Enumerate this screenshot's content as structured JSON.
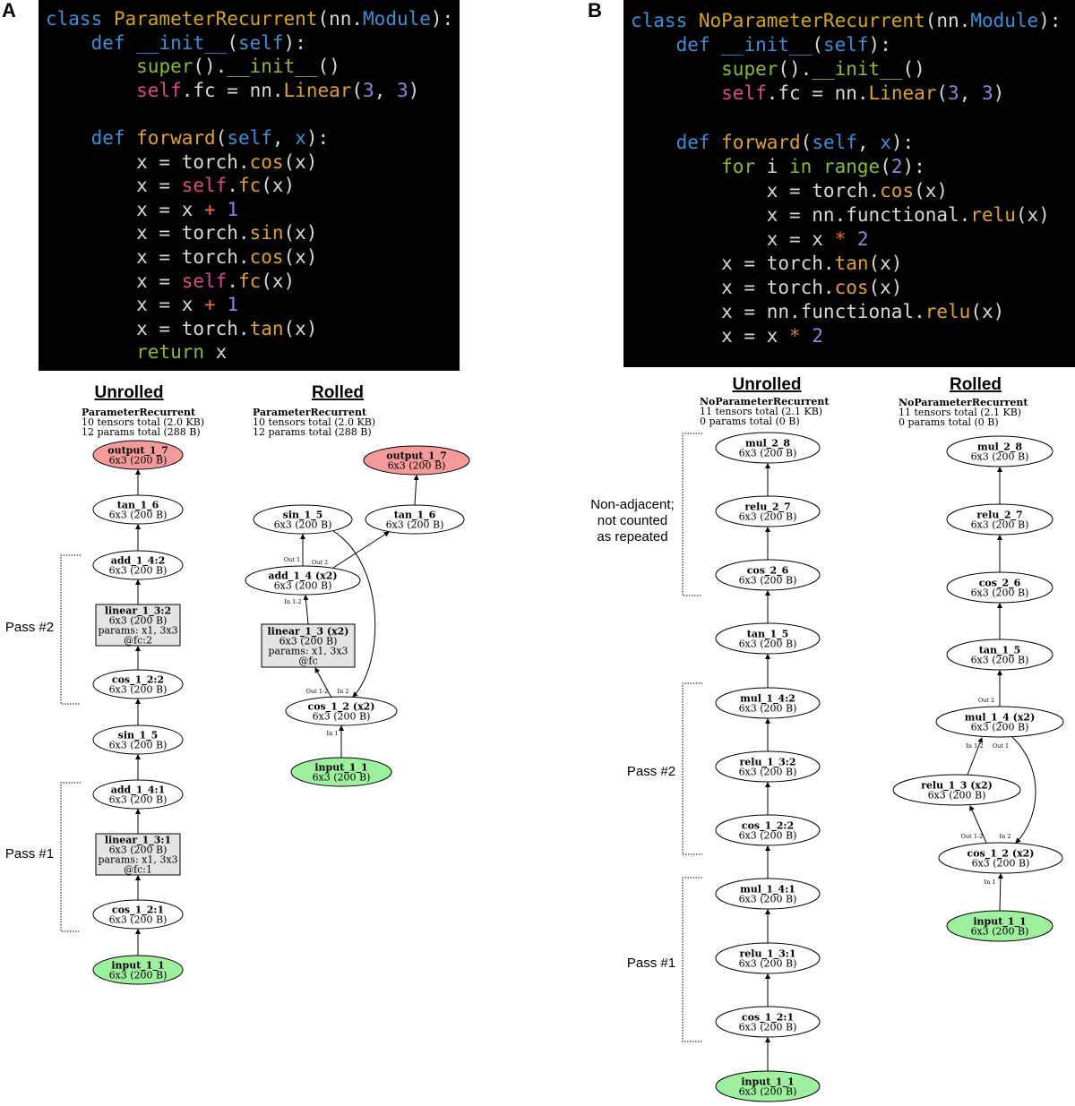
{
  "panels": {
    "a": "A",
    "b": "B"
  },
  "code_a": [
    [
      [
        "kw",
        "class "
      ],
      [
        "cls",
        "ParameterRecurrent"
      ],
      [
        "plain",
        "("
      ],
      [
        "plain",
        "nn."
      ],
      [
        "kw",
        "Module"
      ],
      [
        "plain",
        "):"
      ]
    ],
    [
      [
        "plain",
        "    "
      ],
      [
        "kw",
        "def "
      ],
      [
        "kw",
        "__init__"
      ],
      [
        "plain",
        "("
      ],
      [
        "kw",
        "self"
      ],
      [
        "plain",
        "):"
      ]
    ],
    [
      [
        "plain",
        "        "
      ],
      [
        "fn",
        "super"
      ],
      [
        "plain",
        "()."
      ],
      [
        "fn",
        "__init__"
      ],
      [
        "plain",
        "()"
      ]
    ],
    [
      [
        "plain",
        "        "
      ],
      [
        "self",
        "self"
      ],
      [
        "plain",
        ".fc = nn."
      ],
      [
        "method",
        "Linear"
      ],
      [
        "plain",
        "("
      ],
      [
        "num",
        "3"
      ],
      [
        "plain",
        ", "
      ],
      [
        "num",
        "3"
      ],
      [
        "plain",
        ")"
      ]
    ],
    [
      [
        "plain",
        ""
      ]
    ],
    [
      [
        "plain",
        "    "
      ],
      [
        "kw",
        "def "
      ],
      [
        "method",
        "forward"
      ],
      [
        "plain",
        "("
      ],
      [
        "kw",
        "self"
      ],
      [
        "plain",
        ", "
      ],
      [
        "kw",
        "x"
      ],
      [
        "plain",
        "):"
      ]
    ],
    [
      [
        "plain",
        "        x = torch."
      ],
      [
        "method",
        "cos"
      ],
      [
        "plain",
        "(x)"
      ]
    ],
    [
      [
        "plain",
        "        x = "
      ],
      [
        "self",
        "self"
      ],
      [
        "plain",
        "."
      ],
      [
        "method",
        "fc"
      ],
      [
        "plain",
        "(x)"
      ]
    ],
    [
      [
        "plain",
        "        x = x "
      ],
      [
        "op",
        "+"
      ],
      [
        "plain",
        " "
      ],
      [
        "num",
        "1"
      ]
    ],
    [
      [
        "plain",
        "        x = torch."
      ],
      [
        "method",
        "sin"
      ],
      [
        "plain",
        "(x)"
      ]
    ],
    [
      [
        "plain",
        "        x = torch."
      ],
      [
        "method",
        "cos"
      ],
      [
        "plain",
        "(x)"
      ]
    ],
    [
      [
        "plain",
        "        x = "
      ],
      [
        "self",
        "self"
      ],
      [
        "plain",
        "."
      ],
      [
        "method",
        "fc"
      ],
      [
        "plain",
        "(x)"
      ]
    ],
    [
      [
        "plain",
        "        x = x "
      ],
      [
        "op",
        "+"
      ],
      [
        "plain",
        " "
      ],
      [
        "num",
        "1"
      ]
    ],
    [
      [
        "plain",
        "        x = torch."
      ],
      [
        "method",
        "tan"
      ],
      [
        "plain",
        "(x)"
      ]
    ],
    [
      [
        "plain",
        "        "
      ],
      [
        "fn",
        "return"
      ],
      [
        "plain",
        " x"
      ]
    ]
  ],
  "code_b": [
    [
      [
        "kw",
        "class "
      ],
      [
        "cls",
        "NoParameterRecurrent"
      ],
      [
        "plain",
        "("
      ],
      [
        "plain",
        "nn."
      ],
      [
        "kw",
        "Module"
      ],
      [
        "plain",
        "):"
      ]
    ],
    [
      [
        "plain",
        "    "
      ],
      [
        "kw",
        "def "
      ],
      [
        "kw",
        "__init__"
      ],
      [
        "plain",
        "("
      ],
      [
        "kw",
        "self"
      ],
      [
        "plain",
        "):"
      ]
    ],
    [
      [
        "plain",
        "        "
      ],
      [
        "fn",
        "super"
      ],
      [
        "plain",
        "()."
      ],
      [
        "fn",
        "__init__"
      ],
      [
        "plain",
        "()"
      ]
    ],
    [
      [
        "plain",
        "        "
      ],
      [
        "self",
        "self"
      ],
      [
        "plain",
        ".fc = nn."
      ],
      [
        "method",
        "Linear"
      ],
      [
        "plain",
        "("
      ],
      [
        "num",
        "3"
      ],
      [
        "plain",
        ", "
      ],
      [
        "num",
        "3"
      ],
      [
        "plain",
        ")"
      ]
    ],
    [
      [
        "plain",
        ""
      ]
    ],
    [
      [
        "plain",
        "    "
      ],
      [
        "kw",
        "def "
      ],
      [
        "method",
        "forward"
      ],
      [
        "plain",
        "("
      ],
      [
        "kw",
        "self"
      ],
      [
        "plain",
        ", "
      ],
      [
        "kw",
        "x"
      ],
      [
        "plain",
        "):"
      ]
    ],
    [
      [
        "plain",
        "        "
      ],
      [
        "fn",
        "for"
      ],
      [
        "plain",
        " i "
      ],
      [
        "fn",
        "in"
      ],
      [
        "plain",
        " "
      ],
      [
        "fn",
        "range"
      ],
      [
        "plain",
        "("
      ],
      [
        "num",
        "2"
      ],
      [
        "plain",
        "):"
      ]
    ],
    [
      [
        "plain",
        "            x = torch."
      ],
      [
        "method",
        "cos"
      ],
      [
        "plain",
        "(x)"
      ]
    ],
    [
      [
        "plain",
        "            x = nn.functional."
      ],
      [
        "method",
        "relu"
      ],
      [
        "plain",
        "(x)"
      ]
    ],
    [
      [
        "plain",
        "            x = x "
      ],
      [
        "op",
        "*"
      ],
      [
        "plain",
        " "
      ],
      [
        "num",
        "2"
      ]
    ],
    [
      [
        "plain",
        "        x = torch."
      ],
      [
        "method",
        "tan"
      ],
      [
        "plain",
        "(x)"
      ]
    ],
    [
      [
        "plain",
        "        x = torch."
      ],
      [
        "method",
        "cos"
      ],
      [
        "plain",
        "(x)"
      ]
    ],
    [
      [
        "plain",
        "        x = nn.functional."
      ],
      [
        "method",
        "relu"
      ],
      [
        "plain",
        "(x)"
      ]
    ],
    [
      [
        "plain",
        "        x = x "
      ],
      [
        "op",
        "*"
      ],
      [
        "plain",
        " "
      ],
      [
        "num",
        "2"
      ]
    ]
  ],
  "colors": {
    "output": "#f59a9a",
    "input": "#9ef09e",
    "linear": "#e4e4e4",
    "default": "#ffffff"
  },
  "graph_a_unrolled": {
    "heading": "Unrolled",
    "info": [
      "ParameterRecurrent",
      "10 tensors total (2.0 KB)",
      "12 params total (288 B)"
    ],
    "nodes": [
      {
        "id": "output_1_7",
        "title": "output_1_7",
        "lines": [
          "6x3 (200 B)"
        ],
        "kind": "output"
      },
      {
        "id": "tan_1_6",
        "title": "tan_1_6",
        "lines": [
          "6x3 (200 B)"
        ],
        "kind": "default"
      },
      {
        "id": "add_1_4:2",
        "title": "add_1_4:2",
        "lines": [
          "6x3 (200 B)"
        ],
        "kind": "default"
      },
      {
        "id": "linear_1_3:2",
        "title": "linear_1_3:2",
        "lines": [
          "6x3 (200 B)",
          "params: x1, 3x3",
          "@fc:2"
        ],
        "kind": "linear"
      },
      {
        "id": "cos_1_2:2",
        "title": "cos_1_2:2",
        "lines": [
          "6x3 (200 B)"
        ],
        "kind": "default"
      },
      {
        "id": "sin_1_5",
        "title": "sin_1_5",
        "lines": [
          "6x3 (200 B)"
        ],
        "kind": "default"
      },
      {
        "id": "add_1_4:1",
        "title": "add_1_4:1",
        "lines": [
          "6x3 (200 B)"
        ],
        "kind": "default"
      },
      {
        "id": "linear_1_3:1",
        "title": "linear_1_3:1",
        "lines": [
          "6x3 (200 B)",
          "params: x1, 3x3",
          "@fc:1"
        ],
        "kind": "linear"
      },
      {
        "id": "cos_1_2:1",
        "title": "cos_1_2:1",
        "lines": [
          "6x3 (200 B)"
        ],
        "kind": "default"
      },
      {
        "id": "input_1_1",
        "title": "input_1_1",
        "lines": [
          "6x3 (200 B)"
        ],
        "kind": "input"
      }
    ],
    "passes": [
      "Pass #2",
      "Pass #1"
    ]
  },
  "graph_a_rolled": {
    "heading": "Rolled",
    "info": [
      "ParameterRecurrent",
      "10 tensors total (2.0 KB)",
      "12 params total (288 B)"
    ],
    "nodes": [
      {
        "id": "output_1_7",
        "title": "output_1_7",
        "lines": [
          "6x3 (200 B)"
        ],
        "kind": "output"
      },
      {
        "id": "sin_1_5",
        "title": "sin_1_5",
        "lines": [
          "6x3 (200 B)"
        ],
        "kind": "default"
      },
      {
        "id": "tan_1_6",
        "title": "tan_1_6",
        "lines": [
          "6x3 (200 B)"
        ],
        "kind": "default"
      },
      {
        "id": "add_1_4",
        "title": "add_1_4 (x2)",
        "lines": [
          "6x3 (200 B)"
        ],
        "kind": "default"
      },
      {
        "id": "linear_1_3",
        "title": "linear_1_3 (x2)",
        "lines": [
          "6x3 (200 B)",
          "params: x1, 3x3",
          "@fc"
        ],
        "kind": "linear"
      },
      {
        "id": "cos_1_2",
        "title": "cos_1_2 (x2)",
        "lines": [
          "6x3 (200 B)"
        ],
        "kind": "default"
      },
      {
        "id": "input_1_1",
        "title": "input_1_1",
        "lines": [
          "6x3 (200 B)"
        ],
        "kind": "input"
      }
    ],
    "edge_labels": [
      "Out 1",
      "Out 2",
      "In 1-2",
      "Out 1-2",
      "In 2",
      "In 1"
    ]
  },
  "graph_b_unrolled": {
    "heading": "Unrolled",
    "info": [
      "NoParameterRecurrent",
      "11 tensors total (2.1 KB)",
      "0 params total (0 B)"
    ],
    "nodes": [
      {
        "id": "mul_2_8",
        "title": "mul_2_8",
        "lines": [
          "6x3 (200 B)"
        ],
        "kind": "default"
      },
      {
        "id": "relu_2_7",
        "title": "relu_2_7",
        "lines": [
          "6x3 (200 B)"
        ],
        "kind": "default"
      },
      {
        "id": "cos_2_6",
        "title": "cos_2_6",
        "lines": [
          "6x3 (200 B)"
        ],
        "kind": "default"
      },
      {
        "id": "tan_1_5",
        "title": "tan_1_5",
        "lines": [
          "6x3 (200 B)"
        ],
        "kind": "default"
      },
      {
        "id": "mul_1_4:2",
        "title": "mul_1_4:2",
        "lines": [
          "6x3 (200 B)"
        ],
        "kind": "default"
      },
      {
        "id": "relu_1_3:2",
        "title": "relu_1_3:2",
        "lines": [
          "6x3 (200 B)"
        ],
        "kind": "default"
      },
      {
        "id": "cos_1_2:2",
        "title": "cos_1_2:2",
        "lines": [
          "6x3 (200 B)"
        ],
        "kind": "default"
      },
      {
        "id": "mul_1_4:1",
        "title": "mul_1_4:1",
        "lines": [
          "6x3 (200 B)"
        ],
        "kind": "default"
      },
      {
        "id": "relu_1_3:1",
        "title": "relu_1_3:1",
        "lines": [
          "6x3 (200 B)"
        ],
        "kind": "default"
      },
      {
        "id": "cos_1_2:1",
        "title": "cos_1_2:1",
        "lines": [
          "6x3 (200 B)"
        ],
        "kind": "default"
      },
      {
        "id": "input_1_1",
        "title": "input_1_1",
        "lines": [
          "6x3 (200 B)"
        ],
        "kind": "input"
      }
    ],
    "annot": [
      "Non-adjacent;",
      "not counted",
      "as repeated"
    ],
    "passes": [
      "Pass #2",
      "Pass #1"
    ]
  },
  "graph_b_rolled": {
    "heading": "Rolled",
    "info": [
      "NoParameterRecurrent",
      "11 tensors total (2.1 KB)",
      "0 params total (0 B)"
    ],
    "nodes": [
      {
        "id": "mul_2_8",
        "title": "mul_2_8",
        "lines": [
          "6x3 (200 B)"
        ],
        "kind": "default"
      },
      {
        "id": "relu_2_7",
        "title": "relu_2_7",
        "lines": [
          "6x3 (200 B)"
        ],
        "kind": "default"
      },
      {
        "id": "cos_2_6",
        "title": "cos_2_6",
        "lines": [
          "6x3 (200 B)"
        ],
        "kind": "default"
      },
      {
        "id": "tan_1_5",
        "title": "tan_1_5",
        "lines": [
          "6x3 (200 B)"
        ],
        "kind": "default"
      },
      {
        "id": "mul_1_4",
        "title": "mul_1_4 (x2)",
        "lines": [
          "6x3 (200 B)"
        ],
        "kind": "default"
      },
      {
        "id": "relu_1_3",
        "title": "relu_1_3 (x2)",
        "lines": [
          "6x3 (200 B)"
        ],
        "kind": "default"
      },
      {
        "id": "cos_1_2",
        "title": "cos_1_2 (x2)",
        "lines": [
          "6x3 (200 B)"
        ],
        "kind": "default"
      },
      {
        "id": "input_1_1",
        "title": "input_1_1",
        "lines": [
          "6x3 (200 B)"
        ],
        "kind": "input"
      }
    ],
    "edge_labels": [
      "Out 2",
      "In 1-2",
      "Out 1",
      "Out 1-2",
      "In 2",
      "In 1"
    ]
  }
}
